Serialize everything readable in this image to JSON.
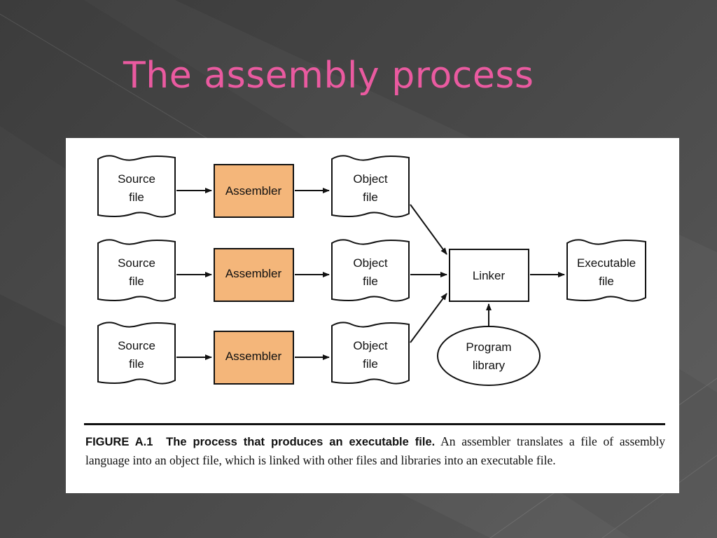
{
  "slide": {
    "title": "The assembly process"
  },
  "diagram": {
    "rows": [
      {
        "source": [
          "Source",
          "file"
        ],
        "assembler": "Assembler",
        "object": [
          "Object",
          "file"
        ]
      },
      {
        "source": [
          "Source",
          "file"
        ],
        "assembler": "Assembler",
        "object": [
          "Object",
          "file"
        ]
      },
      {
        "source": [
          "Source",
          "file"
        ],
        "assembler": "Assembler",
        "object": [
          "Object",
          "file"
        ]
      }
    ],
    "linker": "Linker",
    "executable": [
      "Executable",
      "file"
    ],
    "library": [
      "Program",
      "library"
    ]
  },
  "caption": {
    "label": "FIGURE A.1",
    "title": "The process that produces an executable file.",
    "text": "An assembler translates a file of assembly language into an object file, which is linked with other files and libraries into an executable file."
  },
  "colors": {
    "title": "#ea5aa0",
    "assembler_fill": "#f4b67a",
    "background": "#474747"
  }
}
